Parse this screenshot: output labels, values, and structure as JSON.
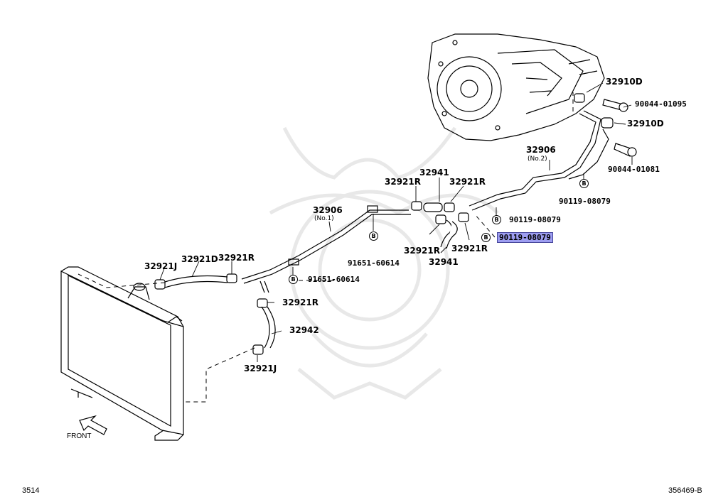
{
  "labels": {
    "l_32910D_a": "32910D",
    "l_32910D_b": "32910D",
    "l_32906_no2": "32906",
    "l_32906_no1": "32906",
    "l_32941_top": "32941",
    "l_32941_bot": "32941",
    "l_32921R_a": "32921R",
    "l_32921R_b": "32921R",
    "l_32921R_c": "32921R",
    "l_32921R_d": "32921R",
    "l_32921R_e": "32921R",
    "l_32921R_f": "32921R",
    "l_32921J_a": "32921J",
    "l_32921J_b": "32921J",
    "l_32921D": "32921D",
    "l_32942": "32942"
  },
  "sublabels": {
    "no2": "(No.2)",
    "no1": "(No.1)"
  },
  "part_numbers": {
    "p_90044_01095": "90044-01095",
    "p_90044_01081": "90044-01081",
    "p_90119_08079_a": "90119-08079",
    "p_90119_08079_b": "90119-08079",
    "p_90119_08079_hl": "90119-08079",
    "p_91651_60614_a": "91651-60614",
    "p_91651_60614_b": "91651-60614"
  },
  "bolt_mark": "B",
  "front_label": "FRONT",
  "footer": {
    "left": "3514",
    "right": "356469-B"
  },
  "colors": {
    "highlight": "#9d9df0",
    "line": "#000000",
    "watermark": "#e6e6e6"
  }
}
